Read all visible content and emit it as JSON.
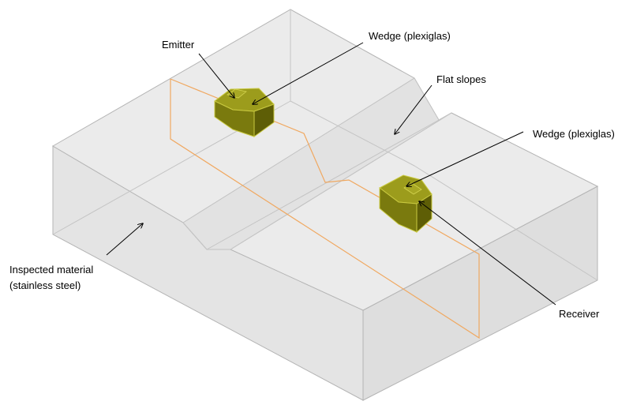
{
  "labels": {
    "emitter": "Emitter",
    "wedge_top": "Wedge (plexiglas)",
    "flat_slopes": "Flat slopes",
    "wedge_right": "Wedge (plexiglas)",
    "material_line1": "Inspected material",
    "material_line2": "(stainless steel)",
    "receiver": "Receiver"
  },
  "colors": {
    "block_fill": "#e8e8e8",
    "block_edge": "#b4b4b4",
    "section_line": "#f0a860",
    "probe_fill": "#8a8a12",
    "probe_edge": "#c9c940",
    "arrow": "#000000"
  }
}
